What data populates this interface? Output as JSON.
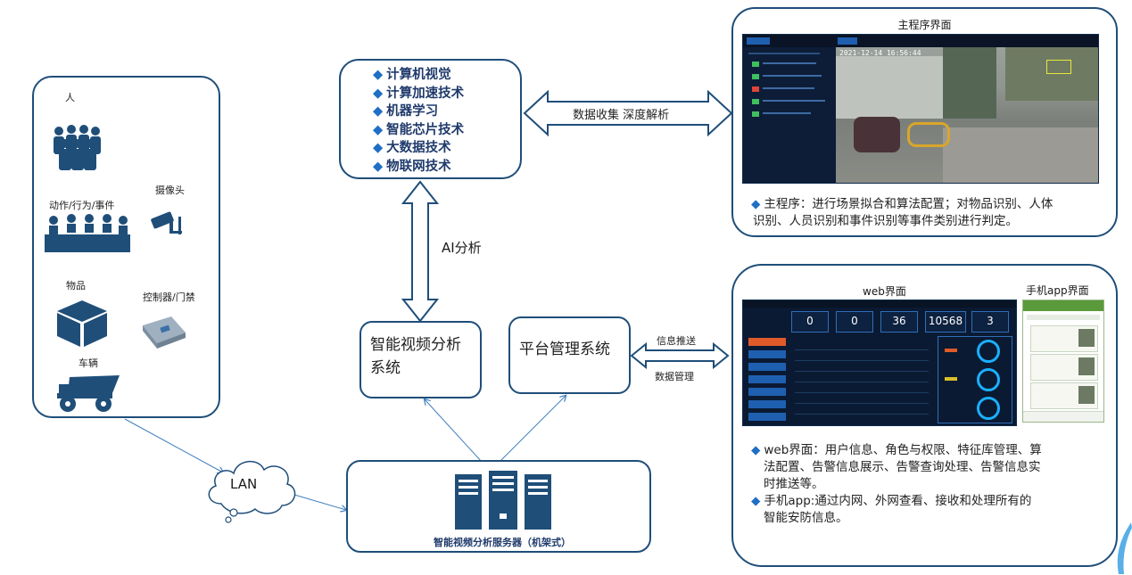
{
  "left_panel": {
    "person_label": "人",
    "action_label": "动作/行为/事件",
    "camera_label": "摄像头",
    "item_label": "物品",
    "controller_label": "控制器/门禁",
    "vehicle_label": "车辆"
  },
  "lan_label": "LAN",
  "tech_box": {
    "items": [
      "计算机视觉",
      "计算加速技术",
      "机器学习",
      "智能芯片技术",
      "大数据技术",
      "物联网技术"
    ]
  },
  "data_arrow_label": "数据收集 深度解析",
  "ai_label": "AI分析",
  "video_system": {
    "line1": "智能视频分析",
    "line2": "系统"
  },
  "platform_label": "平台管理系统",
  "info_push_label": "信息推送",
  "data_mgmt_label": "数据管理",
  "server_label": "智能视频分析服务器（机架式）",
  "main_program": {
    "title": "主程序界面",
    "desc_line1": "主程序：进行场景拟合和算法配置；对物品识别、人体",
    "desc_line2": "识别、人员识别和事件识别等事件类别进行判定。",
    "timestamp": "2021-12-14 16:56:44"
  },
  "web_panel": {
    "web_title": "web界面",
    "app_title": "手机app界面",
    "stats": [
      "0",
      "0",
      "36",
      "10568",
      "3"
    ],
    "desc_web_1": "web界面：用户信息、角色与权限、特征库管理、算",
    "desc_web_2": "法配置、告警信息展示、告警查询处理、告警信息实",
    "desc_web_3": "时推送等。",
    "desc_app_1": "手机app:通过内网、外网查看、接收和处理所有的",
    "desc_app_2": "智能安防信息。"
  },
  "colors": {
    "border": "#1f4e79",
    "icon": "#1f4e79",
    "accent": "#1f6fc4",
    "dark_ui": "#0b1a33"
  }
}
